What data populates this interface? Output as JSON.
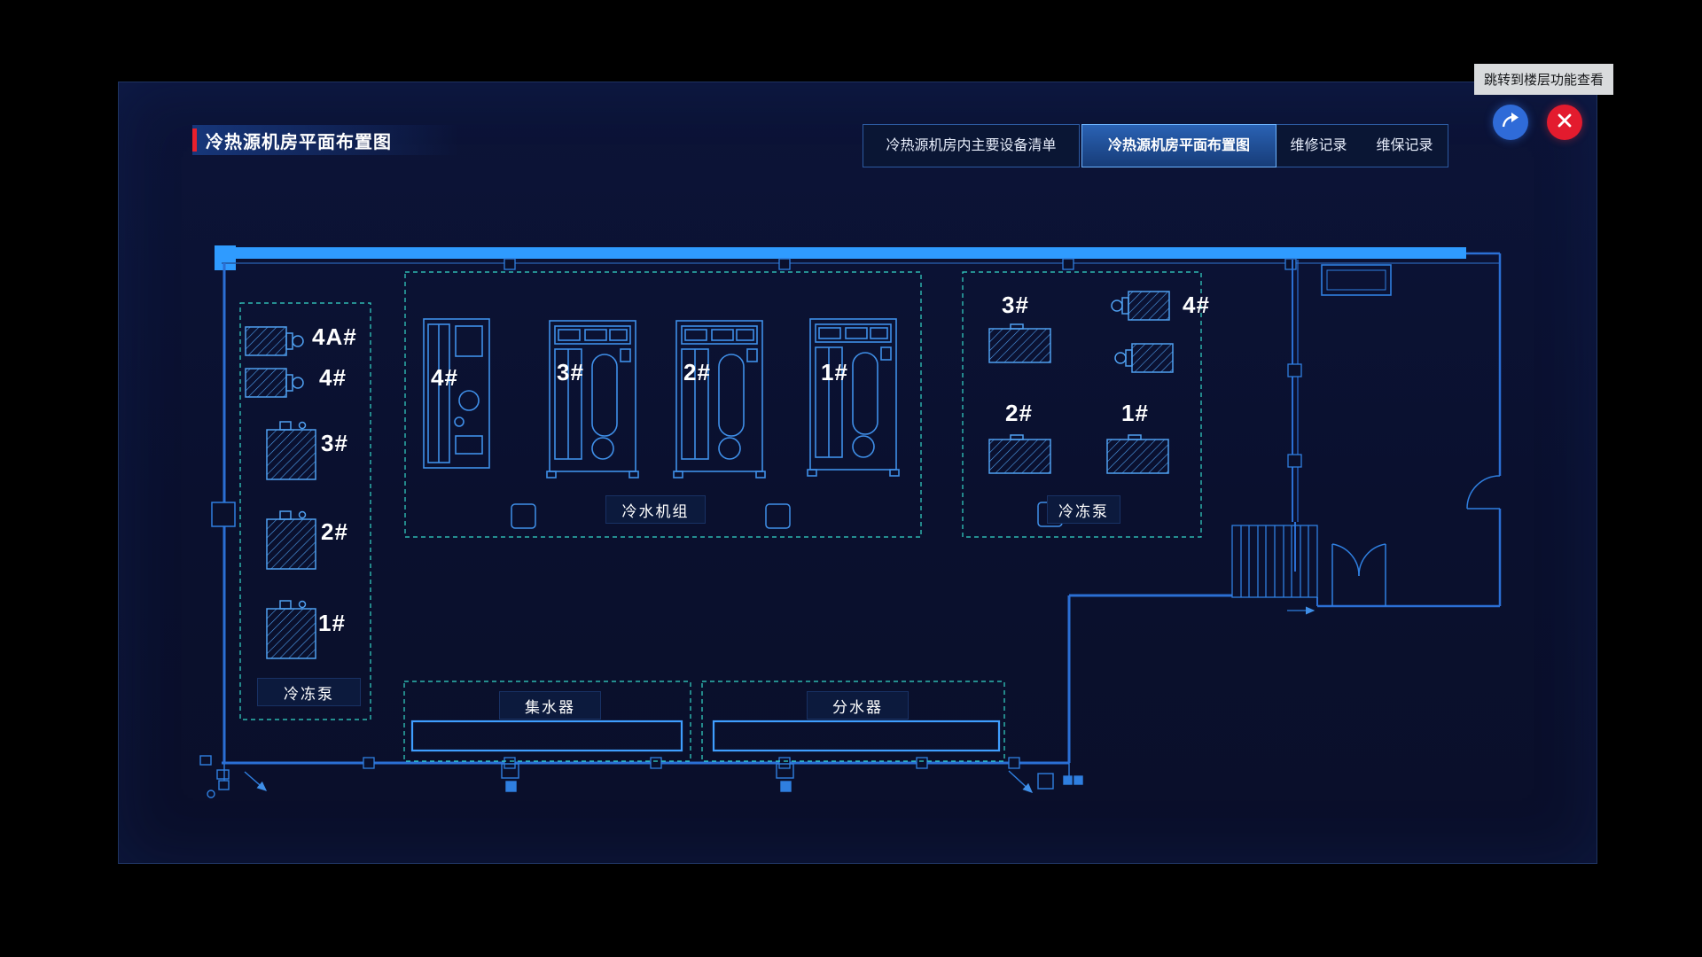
{
  "header": {
    "title": "冷热源机房平面布置图",
    "tooltip": "跳转到楼层功能查看",
    "tabs": [
      {
        "label": "冷热源机房内主要设备清单",
        "active": false
      },
      {
        "label": "冷热源机房平面布置图",
        "active": true
      },
      {
        "label": "维修记录",
        "active": false
      },
      {
        "label": "维保记录",
        "active": false
      }
    ],
    "icons": {
      "jump": "share-arrow-icon",
      "close": "x-icon"
    }
  },
  "floorplan": {
    "left_pumps": {
      "group_label": "冷冻泵",
      "pump_labels": [
        "4A#",
        "4#",
        "3#",
        "2#",
        "1#"
      ]
    },
    "chillers": {
      "group_label": "冷水机组",
      "unit_labels": [
        "4#",
        "3#",
        "2#",
        "1#"
      ]
    },
    "right_pumps": {
      "group_label": "冷冻泵",
      "pump_labels": [
        "3#",
        "4#",
        "2#",
        "1#"
      ]
    },
    "collector": {
      "label": "集水器"
    },
    "distributor": {
      "label": "分水器"
    }
  },
  "colors": {
    "accent_red": "#e8202c",
    "close_red": "#e31b2e",
    "button_blue": "#2f6bd8",
    "blueprint_blue": "#2b6fd4",
    "blueprint_bright": "#2f9bff",
    "dashed_teal": "#35d8c9",
    "active_tab_border": "#6db4ff",
    "panel_bg": "#0a102e"
  }
}
